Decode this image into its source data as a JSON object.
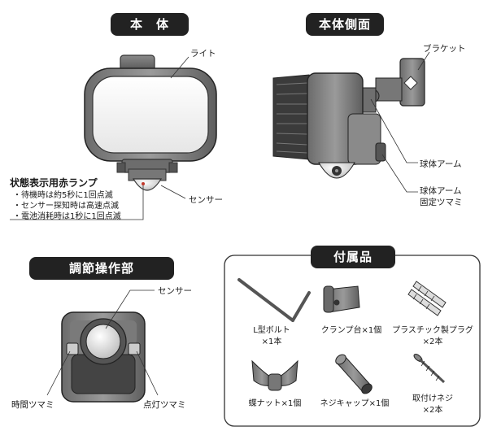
{
  "sections": {
    "body": "本　体",
    "side": "本体側面",
    "controls": "調節操作部",
    "accessories": "付属品"
  },
  "labels": {
    "light": "ライト",
    "sensor_main": "センサー",
    "bracket": "ブラケット",
    "ball_arm": "球体アーム",
    "ball_arm_knob": "球体アーム\n固定ツマミ",
    "sensor_controls": "センサー",
    "time_knob": "時間ツマミ",
    "light_knob": "点灯ツマミ"
  },
  "status_lamp": {
    "title": "状態表示用赤ランプ",
    "lines": [
      "・待機時は約5秒に1回点滅",
      "・センサー探知時は高速点滅",
      "・電池消耗時は1秒に1回点滅"
    ]
  },
  "accessory_items": [
    {
      "name": "L型ボルト\n×1本",
      "icon": "l-bolt-icon"
    },
    {
      "name": "クランプ台×1個",
      "icon": "clamp-icon"
    },
    {
      "name": "プラスチック製プラグ\n×2本",
      "icon": "plastic-plug-icon"
    },
    {
      "name": "蝶ナット×1個",
      "icon": "wing-nut-icon"
    },
    {
      "name": "ネジキャップ×1個",
      "icon": "screw-cap-icon"
    },
    {
      "name": "取付けネジ\n×2本",
      "icon": "mounting-screw-icon"
    }
  ]
}
